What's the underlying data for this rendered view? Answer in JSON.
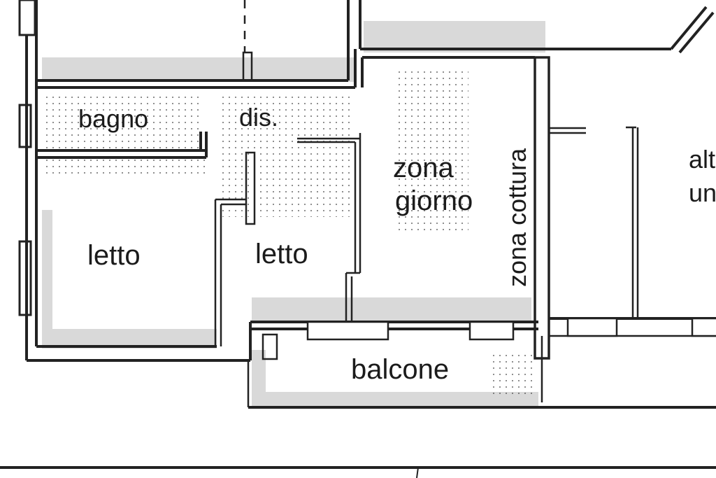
{
  "floorplan": {
    "rooms": {
      "bagno": "bagno",
      "disimpegno": "dis.",
      "zona_giorno_line1": "zona",
      "zona_giorno_line2": "giorno",
      "zona_cottura": "zona cottura",
      "letto_1": "letto",
      "letto_2": "letto",
      "balcone": "balcone",
      "altra_unita_line1": "alt",
      "altra_unita_line2": "un"
    }
  }
}
